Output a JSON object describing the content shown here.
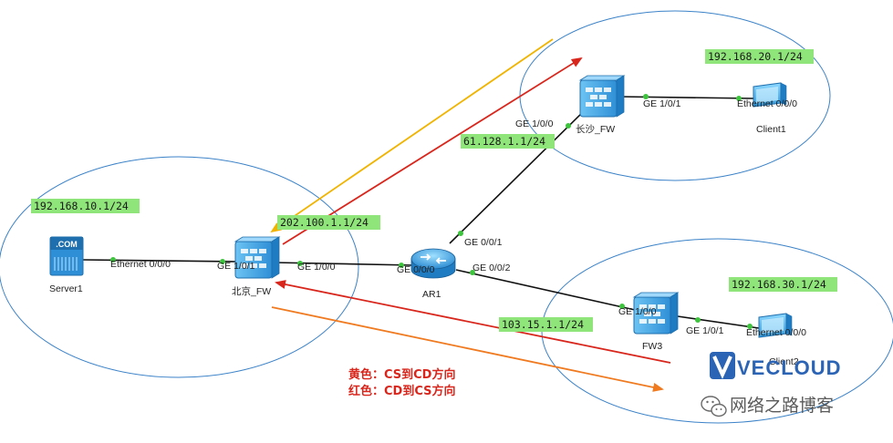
{
  "zones": [
    "beijing-zone",
    "changsha-zone",
    "fw3-zone"
  ],
  "devices": {
    "server1": "Server1",
    "beijing_fw": "北京_FW",
    "ar1": "AR1",
    "changsha_fw": "长沙_FW",
    "client1": "Client1",
    "fw3": "FW3",
    "client2": "Client2",
    "server_badge": ".COM"
  },
  "ports": {
    "server1_eth": "Ethernet 0/0/0",
    "bj_ge1": "GE 1/0/1",
    "bj_ge0": "GE 1/0/0",
    "ar1_ge000": "GE 0/0/0",
    "ar1_ge001": "GE 0/0/1",
    "ar1_ge002": "GE 0/0/2",
    "cs_ge0": "GE 1/0/0",
    "cs_ge1": "GE 1/0/1",
    "client1_eth": "Ethernet 0/0/0",
    "fw3_ge0": "GE 1/0/0",
    "fw3_ge1": "GE 1/0/1",
    "client2_eth": "Ethernet 0/0/0"
  },
  "ip_labels": {
    "beijing_lan": "192.168.10.1/24",
    "beijing_wan": "202.100.1.1/24",
    "changsha_wan": "61.128.1.1/24",
    "changsha_lan": "192.168.20.1/24",
    "fw3_wan": "103.15.1.1/24",
    "fw3_lan": "192.168.30.1/24"
  },
  "legend": {
    "yellow": "黄色：CS到CD方向",
    "red": "红色：CD到CS方向"
  },
  "watermark": {
    "brand": "VECLOUD",
    "account": "网络之路博客"
  },
  "colors": {
    "zone_ring": "#3b82c8",
    "link": "#111111",
    "yellow_arrow": "#f0b400",
    "red_arrow": "#d9261c",
    "orange_arrow": "#f07a20",
    "ip_highlight": "#8fe57a",
    "device_blue": "#4aa8e8"
  },
  "icons": [
    "server-icon",
    "firewall-icon",
    "router-icon",
    "client-icon",
    "wechat-icon",
    "vecloud-logo-icon"
  ]
}
